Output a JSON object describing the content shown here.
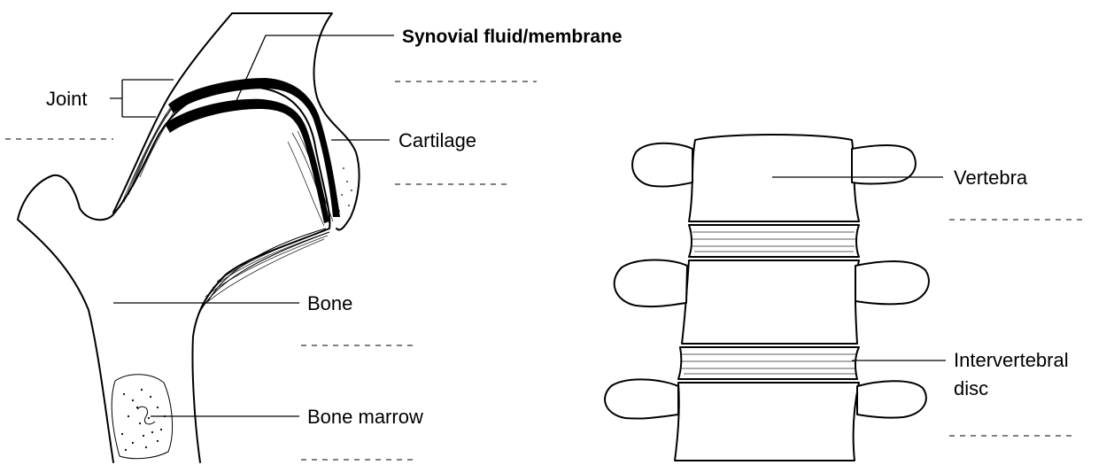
{
  "labels": {
    "synovial": "Synovial fluid/membrane",
    "joint": "Joint",
    "cartilage": "Cartilage",
    "bone": "Bone",
    "bone_marrow": "Bone marrow",
    "vertebra": "Vertebra",
    "intervertebral_line1": "Intervertebral",
    "intervertebral_line2": "disc"
  },
  "colors": {
    "ink": "#000000",
    "background": "#ffffff"
  }
}
